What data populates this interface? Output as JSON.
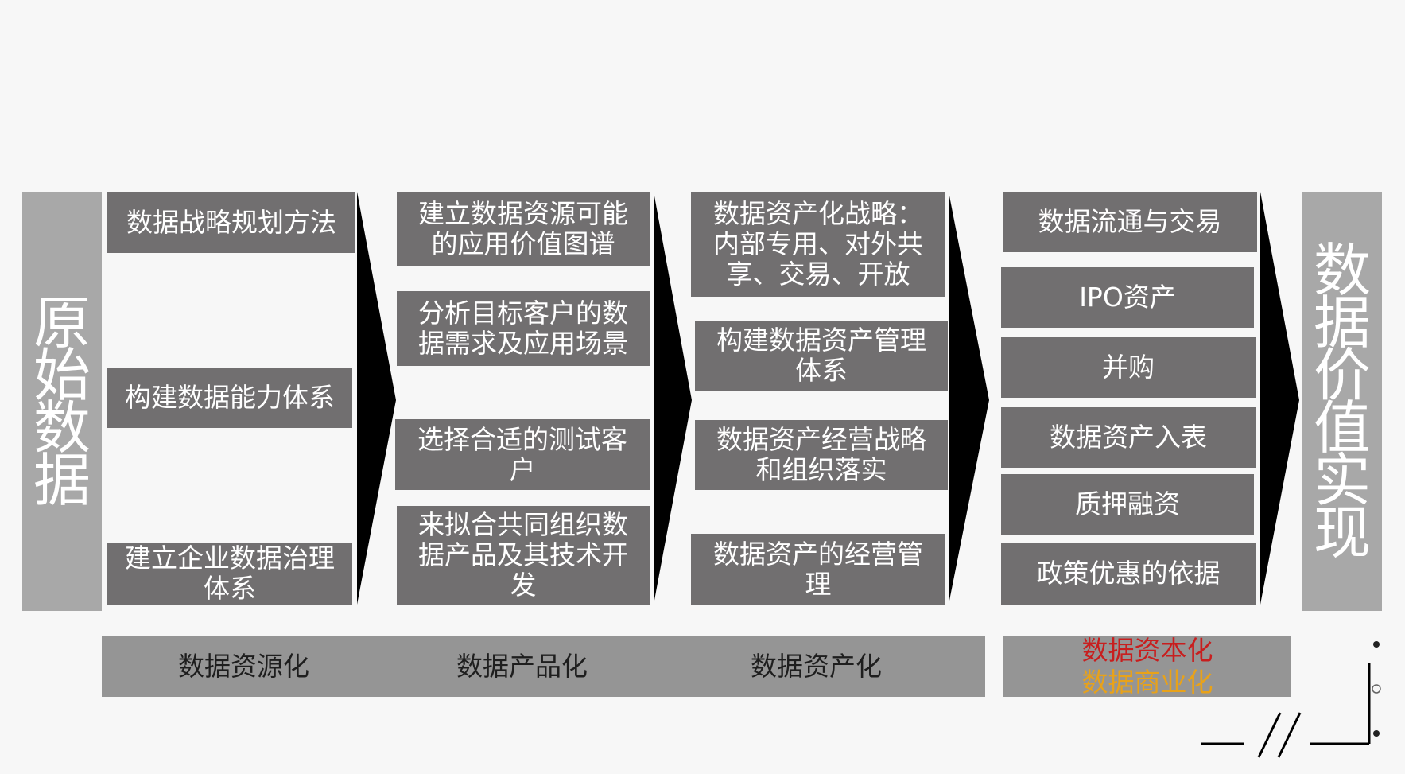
{
  "left_label": "原始数据",
  "right_label": "数据价值实现",
  "columns": [
    {
      "boxes": [
        "数据战略规划方法",
        "构建数据能力体系",
        "建立企业数据治理\n体系"
      ]
    },
    {
      "boxes": [
        "建立数据资源可能\n的应用价值图谱",
        "分析目标客户的数\n据需求及应用场景",
        "选择合适的测试客\n户",
        "来拟合共同组织数\n据产品及其技术开\n发"
      ]
    },
    {
      "boxes": [
        "数据资产化战略：\n内部专用、对外共\n享、交易、开放",
        "构建数据资产管理\n体系",
        "数据资产经营战略\n和组织落实",
        "数据资产的经营管\n理"
      ]
    },
    {
      "boxes": [
        "数据流通与交易",
        "IPO资产",
        "并购",
        "数据资产入表",
        "质押融资",
        "政策优惠的依据"
      ]
    }
  ],
  "bottom_band": {
    "labels": [
      "数据资源化",
      "数据产品化",
      "数据资产化"
    ]
  },
  "bottom_right": {
    "line1": "数据资本化",
    "line2": "数据商业化"
  },
  "colors": {
    "box": "#716f70",
    "side": "#a8a8a8",
    "band": "#959595",
    "arrow": "#000000",
    "capital": "#c81e1e",
    "commerce": "#e8a21a"
  }
}
